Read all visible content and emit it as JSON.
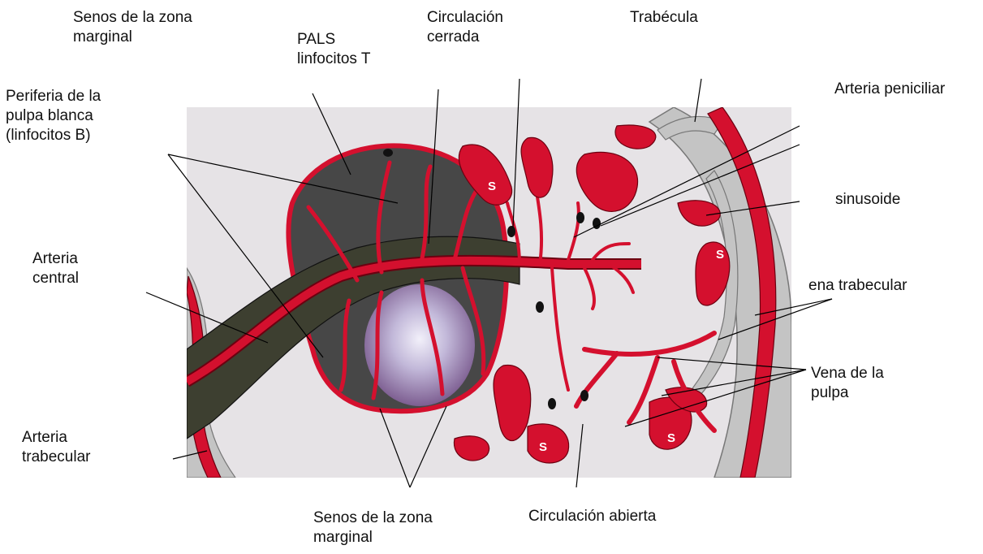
{
  "labels": {
    "senos_zona_marginal_top": [
      "Senos de la zona",
      "marginal"
    ],
    "pals": [
      "PALS",
      "linfocitos T"
    ],
    "circulacion_cerrada": [
      "Circulación",
      "cerrada"
    ],
    "trabecula": "Trabécula",
    "arteria_peniciliar": "Arteria peniciliar",
    "periferia_pulpa_blanca": [
      "Periferia de la",
      "pulpa blanca",
      "(linfocitos B)"
    ],
    "sinusoide": "sinusoide",
    "arteria_central": [
      "Arteria",
      "central"
    ],
    "vena_trabecular": "ena trabecular",
    "vena_pulpa": [
      "Vena de la",
      "pulpa"
    ],
    "arteria_trabecular": [
      "Arteria",
      "trabecular"
    ],
    "senos_zona_marginal_bottom": [
      "Senos de la zona",
      "marginal"
    ],
    "circulacion_abierta": "Circulación abierta"
  },
  "sinusoid_mark": "S",
  "colors": {
    "background_tissue": "#e6e3e6",
    "vessel_red": "#d4102e",
    "vessel_outline": "#6b0010",
    "white_pulp_dark": "#474747",
    "pals_sheath": "#3d3f30",
    "germinal_center": "#b7a8cc",
    "trabecula_gray": "#c4c4c4",
    "leader_line": "#000000"
  }
}
